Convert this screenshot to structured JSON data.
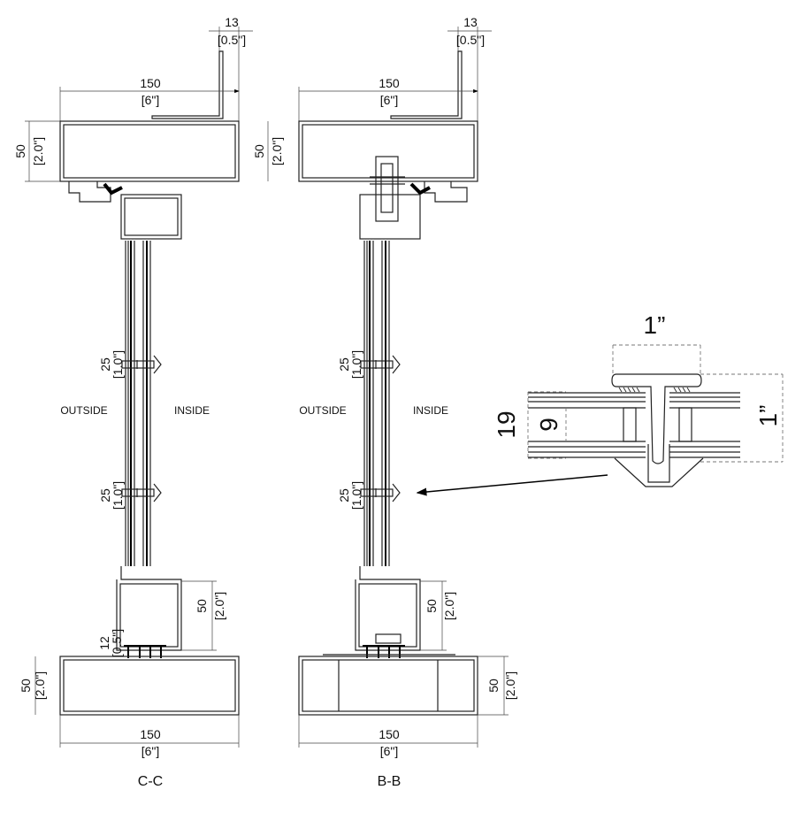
{
  "sections": [
    {
      "title": "C-C",
      "top_angle_dim": {
        "mm": "13",
        "in": "[0.5\"]"
      },
      "top_width_dim": {
        "mm": "150",
        "in": "[6\"]"
      },
      "top_height_dim": {
        "mm": "50",
        "in": "[2.0\"]"
      },
      "joint_dims": [
        {
          "mm": "25",
          "in": "[1.0\"]"
        },
        {
          "mm": "25",
          "in": "[1.0\"]"
        }
      ],
      "outside_label": "OUTSIDE",
      "inside_label": "INSIDE",
      "sill_height_dim": {
        "mm": "50",
        "in": "[2.0\"]"
      },
      "anchor_dim": {
        "mm": "12",
        "in": "[0.5\"]"
      },
      "base_height_dim": {
        "mm": "50",
        "in": "[2.0\"]"
      },
      "base_width_dim": {
        "mm": "150",
        "in": "[6\"]"
      }
    },
    {
      "title": "B-B",
      "top_angle_dim": {
        "mm": "13",
        "in": "[0.5\"]"
      },
      "top_width_dim": {
        "mm": "150",
        "in": "[6\"]"
      },
      "top_height_dim": {
        "mm": "50",
        "in": "[2.0\"]"
      },
      "joint_dims": [
        {
          "mm": "25",
          "in": "[1.0\"]"
        },
        {
          "mm": "25",
          "in": "[1.0\"]"
        }
      ],
      "outside_label": "OUTSIDE",
      "inside_label": "INSIDE",
      "sill_height_dim": {
        "mm": "50",
        "in": "[2.0\"]"
      },
      "base_height_dim": {
        "mm": "50",
        "in": "[2.0\"]"
      },
      "base_width_dim": {
        "mm": "150",
        "in": "[6\"]"
      }
    }
  ],
  "detail": {
    "width_dim": "1”",
    "height_dim": "1”",
    "overall_dim": "19",
    "gap_dim": "9"
  }
}
